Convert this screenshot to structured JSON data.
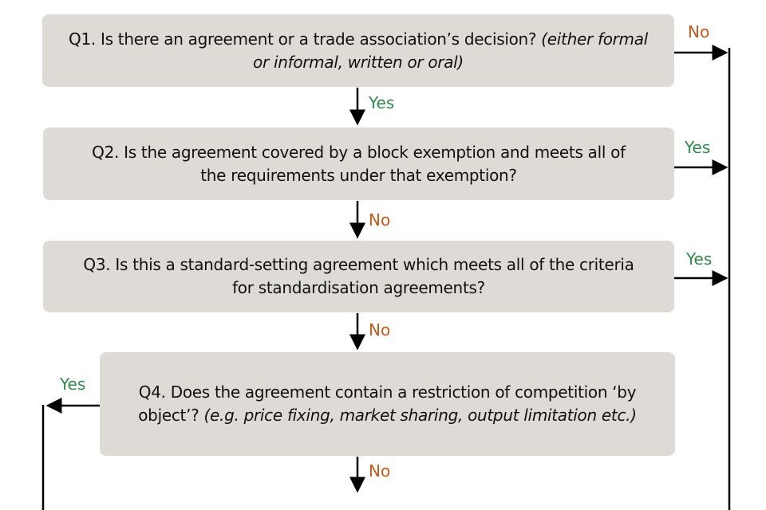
{
  "questions": [
    {
      "text": "Q1. Is there an agreement or a trade association’s decision?",
      "note": "(either formal or informal, written or oral)"
    },
    {
      "text": "Q2. Is the agreement covered by a block exemption and meets all of the requirements under that exemption?",
      "note": ""
    },
    {
      "text": "Q3. Is this a standard-setting agreement which meets all of the criteria for standardisation agreements?",
      "note": ""
    },
    {
      "text": "Q4. Does the agreement contain a restriction of competition ‘by object’?",
      "note": "(e.g. price fixing, market sharing, output limitation etc.)"
    }
  ],
  "labels": {
    "q1_side": "No",
    "q1_down": "Yes",
    "q2_side": "Yes",
    "q2_down": "No",
    "q3_side": "Yes",
    "q3_down": "No",
    "q4_side": "Yes",
    "q4_down": "No"
  },
  "colors": {
    "yes": "#2e8b4a",
    "no": "#c8581a",
    "box": "#dedbd6"
  }
}
